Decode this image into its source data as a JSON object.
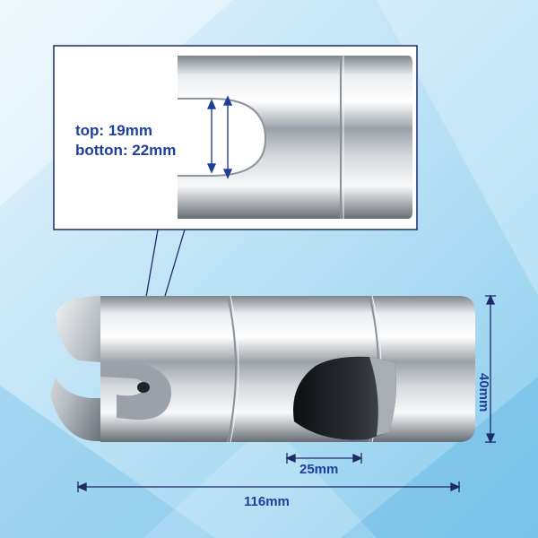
{
  "callout": {
    "top_label": "top: 19mm",
    "bottom_label": "botton: 22mm"
  },
  "dimensions": {
    "length": "116mm",
    "width": "25mm",
    "height": "40mm"
  },
  "colors": {
    "dimension_text": "#1f3f9c",
    "background": "#aad8f2",
    "chrome_highlight": "#f4f6f8",
    "chrome_shadow": "#6c737b"
  }
}
